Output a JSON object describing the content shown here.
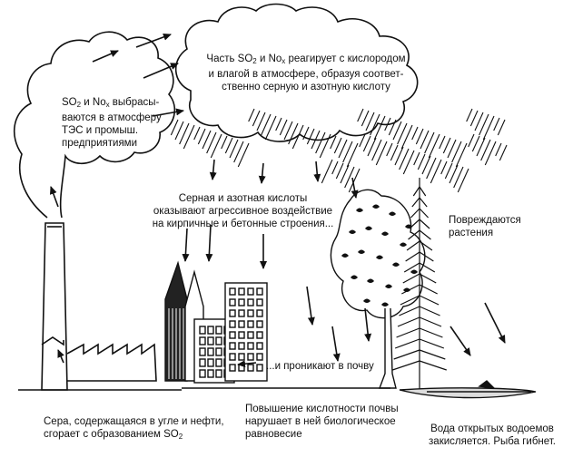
{
  "labels": {
    "emissions": {
      "pre": "SO",
      "sub1": "2",
      "mid": " и No",
      "sub2": "x",
      "post": " выбрасы-\nваются в атмосферу\nТЭС и промыш.\nпредприятиями"
    },
    "reaction": {
      "pre": "Часть SO",
      "sub1": "2",
      "mid": " и No",
      "sub2": "x",
      "post": " реагирует с кислородом\nи влагой в атмосфере, образуя соответ-\nственно серную и азотную кислоту"
    },
    "buildings": "Серная и азотная кислоты\nоказывают агрессивное воздействие\nна кирпичные и бетонные строения...",
    "plants": "Повреждаются\nрастения",
    "soil_enter": "...и проникают в почву",
    "sulfur": {
      "pre": "Сера, содержащаяся в угле и нефти,\nсгорает с образованием SO",
      "sub1": "2"
    },
    "soil_acidity": "Повышение кислотности почвы\nнарушает в ней биологическое\nравновесие",
    "water": "Вода открытых водоемов\nзакисляется. Рыба гибнет."
  }
}
